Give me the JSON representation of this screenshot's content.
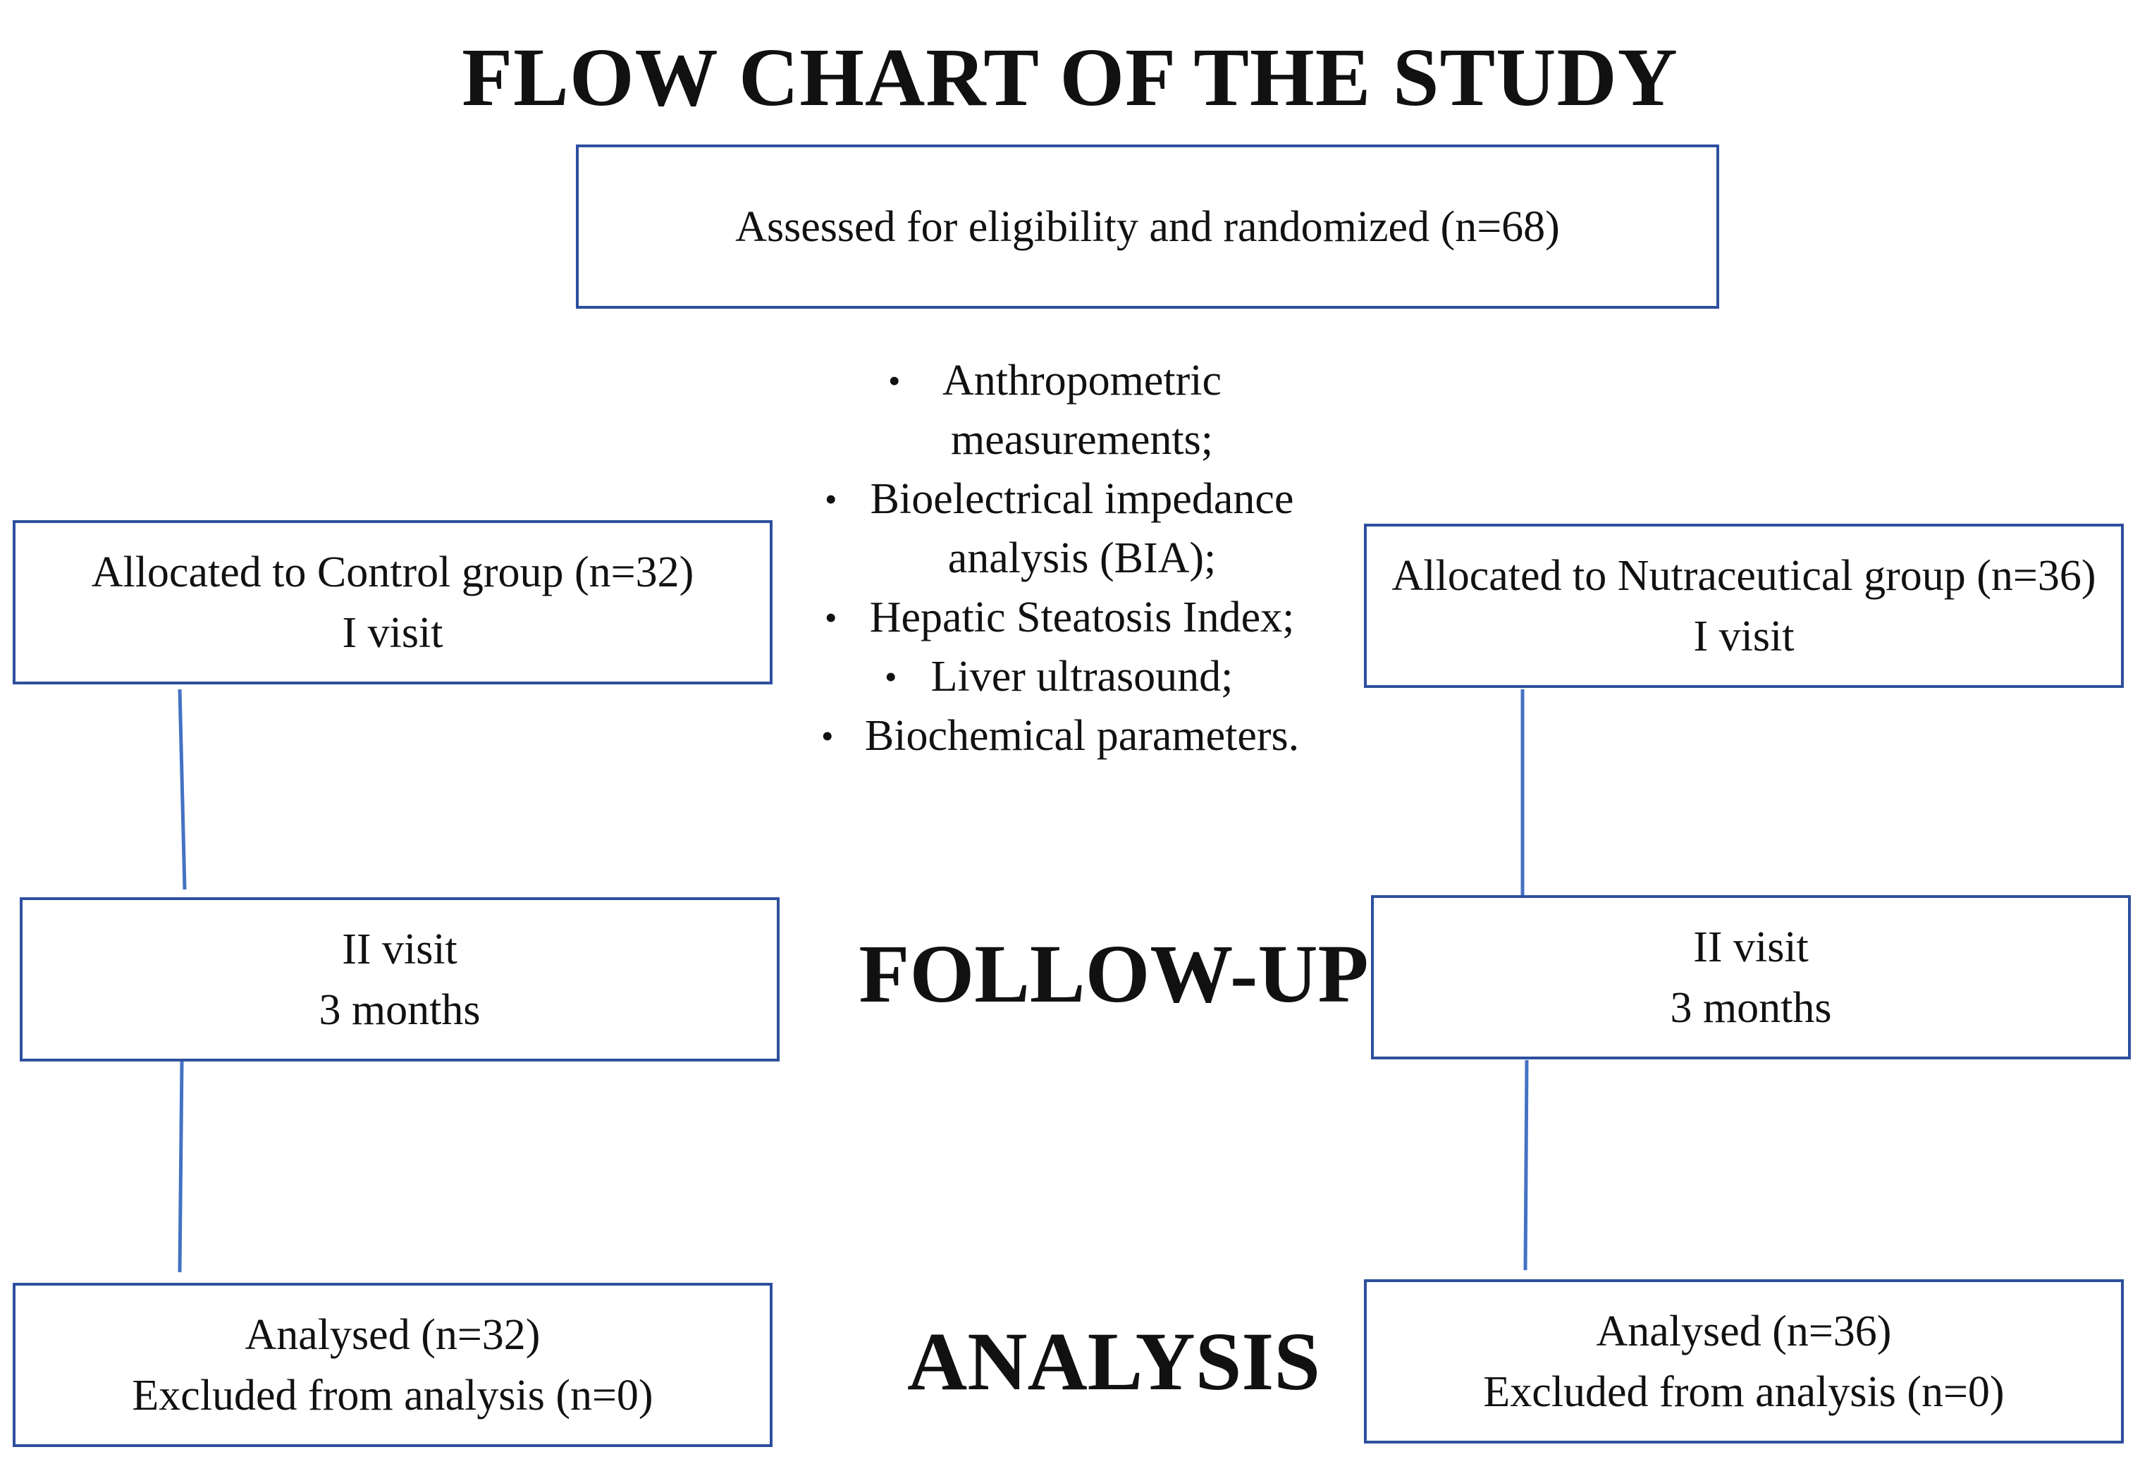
{
  "title": "FLOW CHART OF THE STUDY",
  "colors": {
    "box_border": "#2e4f9e",
    "connector": "#4472c4",
    "text": "#111111"
  },
  "enrollment": {
    "text": "Assessed for eligibility and randomized (n=68)"
  },
  "assessments": [
    "Anthropometric measurements;",
    "Bioelectrical impedance analysis (BIA);",
    "Hepatic Steatosis Index;",
    "Liver ultrasound;",
    "Biochemical parameters."
  ],
  "bullet_glyph": "•",
  "sections": {
    "follow_up": "FOLLOW-UP",
    "analysis": "ANALYSIS"
  },
  "control": {
    "allocation": {
      "line1": "Allocated to Control group (n=32)",
      "line2": "I visit"
    },
    "follow_up": {
      "line1": "II visit",
      "line2": "3 months"
    },
    "analysis": {
      "line1": "Analysed (n=32)",
      "line2": "Excluded from analysis (n=0)"
    }
  },
  "nutraceutical": {
    "allocation": {
      "line1": "Allocated to Nutraceutical group (n=36)",
      "line2": "I visit"
    },
    "follow_up": {
      "line1": "II visit",
      "line2": "3 months"
    },
    "analysis": {
      "line1": "Analysed (n=36)",
      "line2": "Excluded from analysis (n=0)"
    }
  }
}
